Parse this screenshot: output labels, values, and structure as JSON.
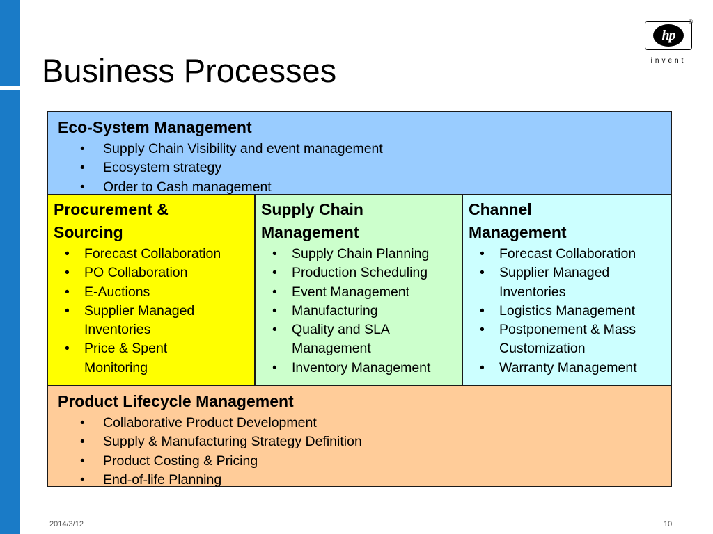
{
  "slide": {
    "title": "Business Processes",
    "footer_date": "2014/3/12",
    "page_number": "10"
  },
  "logo": {
    "mark": "hp",
    "registered": "®",
    "tagline": "invent"
  },
  "ecosystem": {
    "title": "Eco-System Management",
    "items": [
      "Supply Chain Visibility and event management",
      "Ecosystem strategy",
      "Order to Cash management"
    ]
  },
  "procurement": {
    "title_line1": "Procurement &",
    "title_line2": "Sourcing",
    "items": [
      {
        "line1": "Forecast Collaboration"
      },
      {
        "line1": "PO Collaboration"
      },
      {
        "line1": "E-Auctions"
      },
      {
        "line1": "Supplier Managed",
        "line2": "Inventories"
      },
      {
        "line1": "Price & Spent",
        "line2": "Monitoring"
      }
    ]
  },
  "supply_chain": {
    "title_line1": "Supply Chain",
    "title_line2": "Management",
    "items": [
      {
        "line1": "Supply Chain Planning"
      },
      {
        "line1": "Production Scheduling"
      },
      {
        "line1": "Event Management"
      },
      {
        "line1": "Manufacturing"
      },
      {
        "line1": "Quality and SLA",
        "line2": "Management"
      },
      {
        "line1": "Inventory Management"
      }
    ]
  },
  "channel": {
    "title_line1": "Channel",
    "title_line2": "Management",
    "items": [
      {
        "line1": "Forecast Collaboration"
      },
      {
        "line1": "Supplier Managed",
        "line2": "Inventories"
      },
      {
        "line1": "Logistics Management"
      },
      {
        "line1": "Postponement & Mass",
        "line2": "Customization"
      },
      {
        "line1": "Warranty Management"
      }
    ]
  },
  "plm": {
    "title": "Product Lifecycle Management",
    "items": [
      "Collaborative Product Development",
      "Supply & Manufacturing Strategy Definition",
      "Product Costing & Pricing",
      "End-of-life Planning"
    ]
  },
  "colors": {
    "sidebar": "#1a7bc7",
    "ecosystem_bg": "#99ccff",
    "procurement_bg": "#ffff00",
    "supply_chain_bg": "#ccffcc",
    "channel_bg": "#ccffff",
    "plm_bg": "#ffcc99"
  },
  "bullet": "•"
}
